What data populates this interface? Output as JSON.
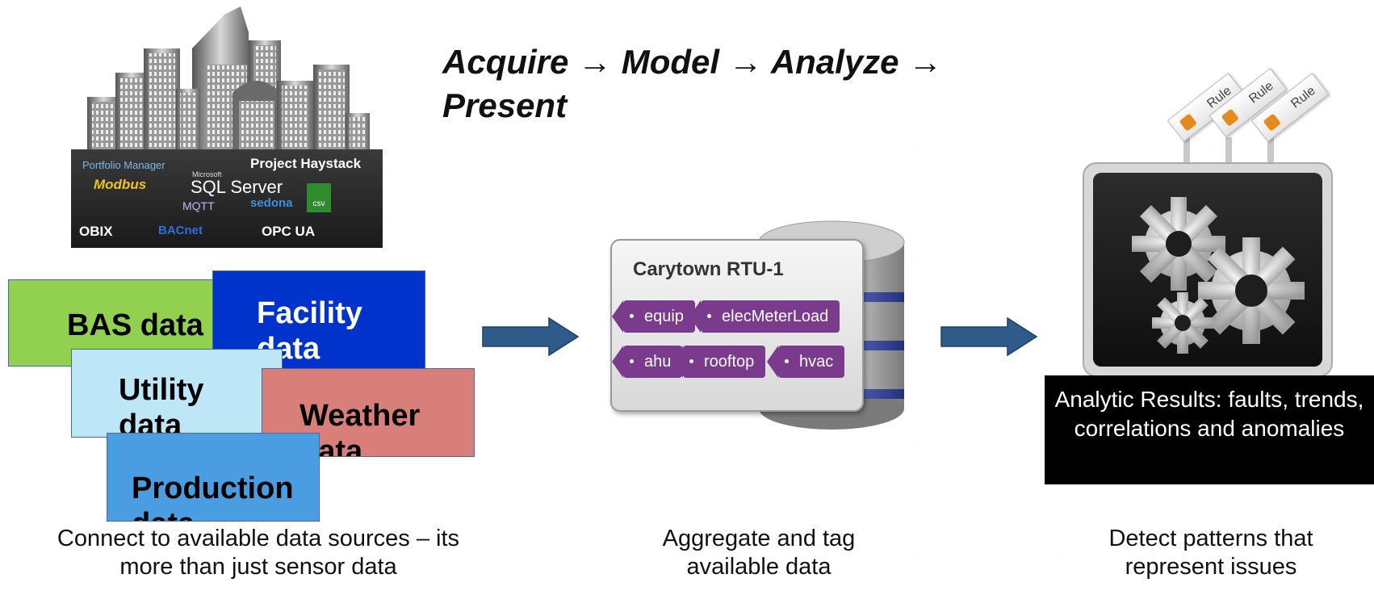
{
  "title": {
    "line1": "Acquire → Model → Analyze →",
    "line2": "Present"
  },
  "logos": {
    "energystar": "Portfolio Manager",
    "project_haystack": "Project Haystack",
    "sqlserver_small": "Microsoft",
    "sqlserver": "SQL Server",
    "modbus": "Modbus",
    "mqtt": "MQTT",
    "sedona": "sedona",
    "csv": "csv",
    "obix": "OBIX",
    "bacnet": "BACnet",
    "opcua": "OPC UA"
  },
  "sources": [
    {
      "label": "BAS data",
      "color": "#92d050"
    },
    {
      "label": "Facility data",
      "color": "#0033cc"
    },
    {
      "label": "Utility data",
      "color": "#bde6f7"
    },
    {
      "label": "Weather data",
      "color": "#d87f7a"
    },
    {
      "label": "Production data",
      "color": "#4a9de0"
    }
  ],
  "model": {
    "name": "Carytown RTU-1",
    "tags": [
      "equip",
      "elecMeterLoad",
      "ahu",
      "rooftop",
      "hvac"
    ]
  },
  "rules": [
    "Rule",
    "Rule",
    "Rule"
  ],
  "results": {
    "text": "Analytic Results: faults, trends, correlations and anomalies"
  },
  "captions": {
    "acquire": "Connect to available data sources – its more than just sensor data",
    "model": "Aggregate and tag available data",
    "analyze": "Detect patterns that represent issues"
  },
  "colors": {
    "arrow": "#2e5b8a",
    "tag": "#7b3b8c",
    "database_band": "#3d4fa8"
  }
}
